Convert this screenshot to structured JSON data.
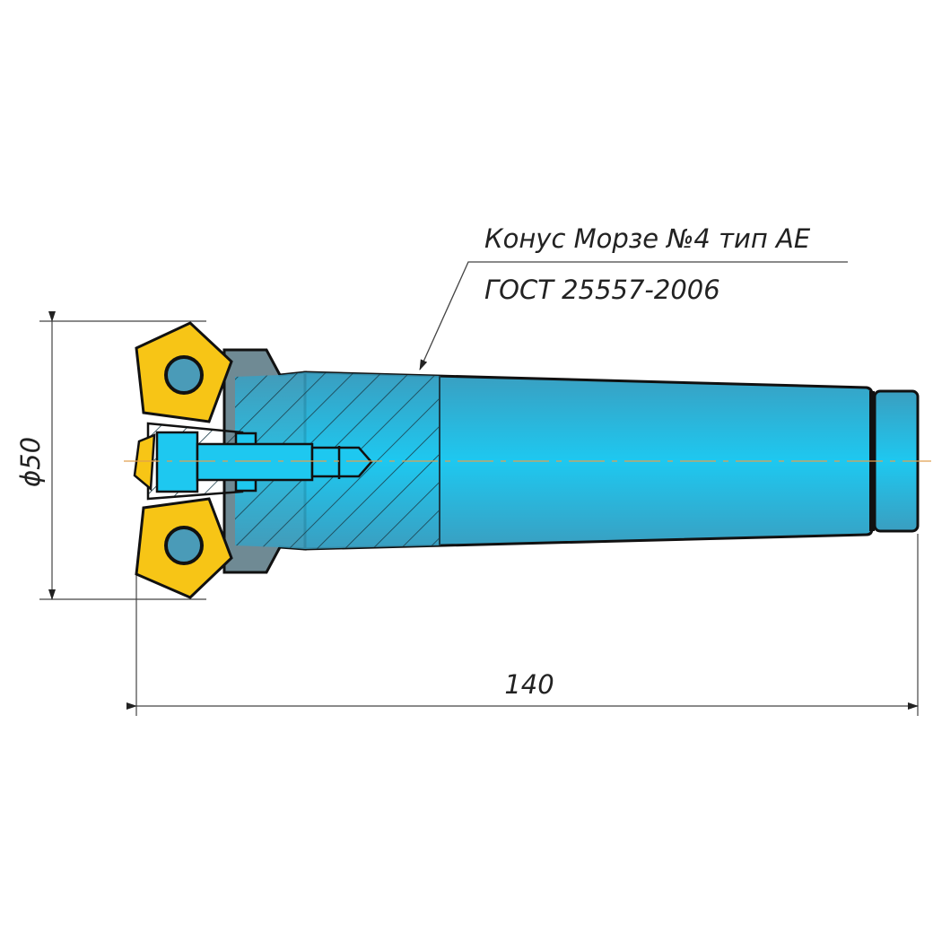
{
  "annotation": {
    "line1": "Конус Морзе №4 тип АЕ",
    "line2": "ГОСТ 25557-2006"
  },
  "dimensions": {
    "diameter": "ϕ50",
    "length": "140"
  },
  "colors": {
    "body": "#1ec8f0",
    "body_edge": "#3a9ec0",
    "insert": "#f7c516",
    "flange": "#6f8a94",
    "centerline": "#e0a050",
    "outline": "#111111"
  }
}
